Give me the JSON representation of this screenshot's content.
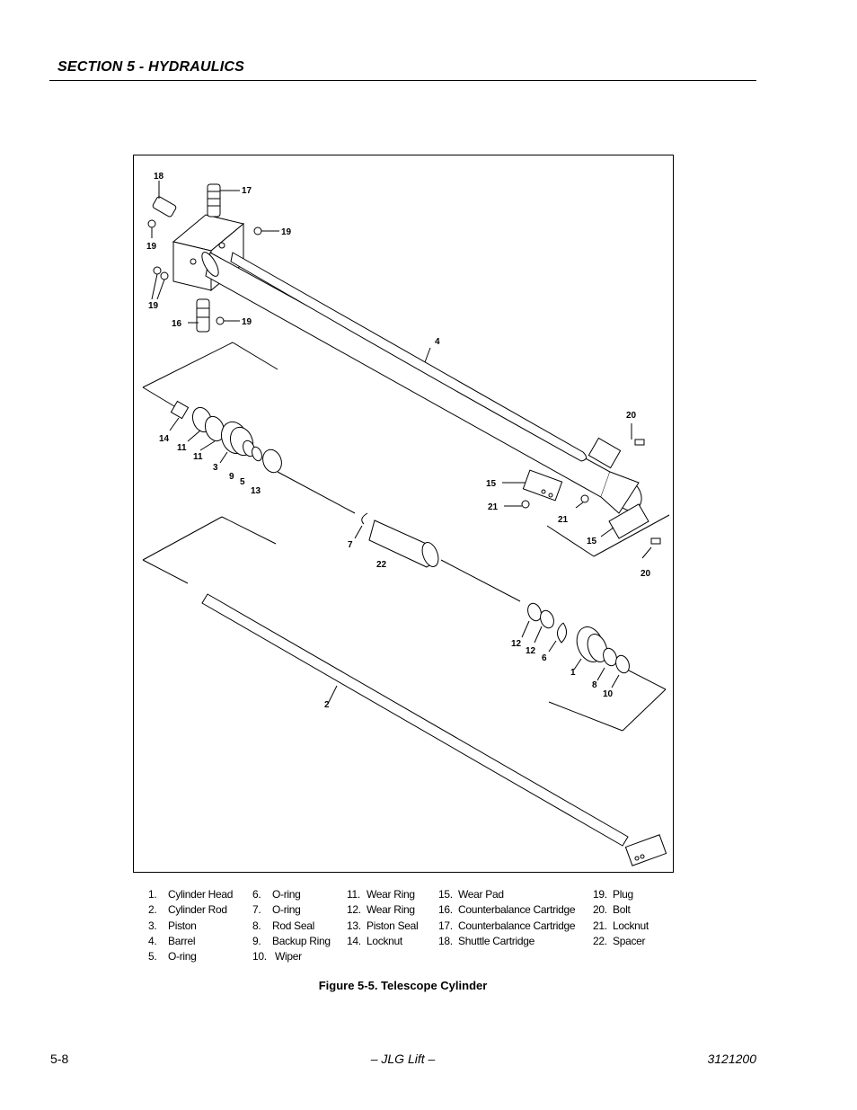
{
  "header": {
    "section_title": "SECTION 5 - HYDRAULICS"
  },
  "figure": {
    "caption": "Figure 5-5.  Telescope Cylinder",
    "callouts": [
      "18",
      "17",
      "19",
      "19",
      "19",
      "19",
      "16",
      "4",
      "14",
      "11",
      "11",
      "3",
      "9",
      "5",
      "13",
      "20",
      "15",
      "21",
      "21",
      "15",
      "20",
      "7",
      "22",
      "12",
      "12",
      "6",
      "1",
      "8",
      "10",
      "2"
    ]
  },
  "legend": {
    "columns": [
      [
        {
          "num": "1.",
          "label": "Cylinder Head"
        },
        {
          "num": "2.",
          "label": "Cylinder Rod"
        },
        {
          "num": "3.",
          "label": "Piston"
        },
        {
          "num": "4.",
          "label": "Barrel"
        },
        {
          "num": "5.",
          "label": "O-ring"
        }
      ],
      [
        {
          "num": "6.",
          "label": "O-ring"
        },
        {
          "num": "7.",
          "label": "O-ring"
        },
        {
          "num": "8.",
          "label": "Rod Seal"
        },
        {
          "num": "9.",
          "label": "Backup Ring"
        },
        {
          "num": "10.",
          "label": "Wiper"
        }
      ],
      [
        {
          "num": "11.",
          "label": "Wear Ring"
        },
        {
          "num": "12.",
          "label": "Wear Ring"
        },
        {
          "num": "13.",
          "label": "Piston Seal"
        },
        {
          "num": "14.",
          "label": "Locknut"
        }
      ],
      [
        {
          "num": "15.",
          "label": "Wear Pad"
        },
        {
          "num": "16.",
          "label": "Counterbalance Cartridge"
        },
        {
          "num": "17.",
          "label": "Counterbalance Cartridge"
        },
        {
          "num": "18.",
          "label": "Shuttle Cartridge"
        }
      ],
      [
        {
          "num": "19.",
          "label": "Plug"
        },
        {
          "num": "20.",
          "label": "Bolt"
        },
        {
          "num": "21.",
          "label": "Locknut"
        },
        {
          "num": "22.",
          "label": "Spacer"
        }
      ]
    ]
  },
  "footer": {
    "page_number": "5-8",
    "center_text": "– JLG Lift –",
    "doc_number": "3121200"
  }
}
